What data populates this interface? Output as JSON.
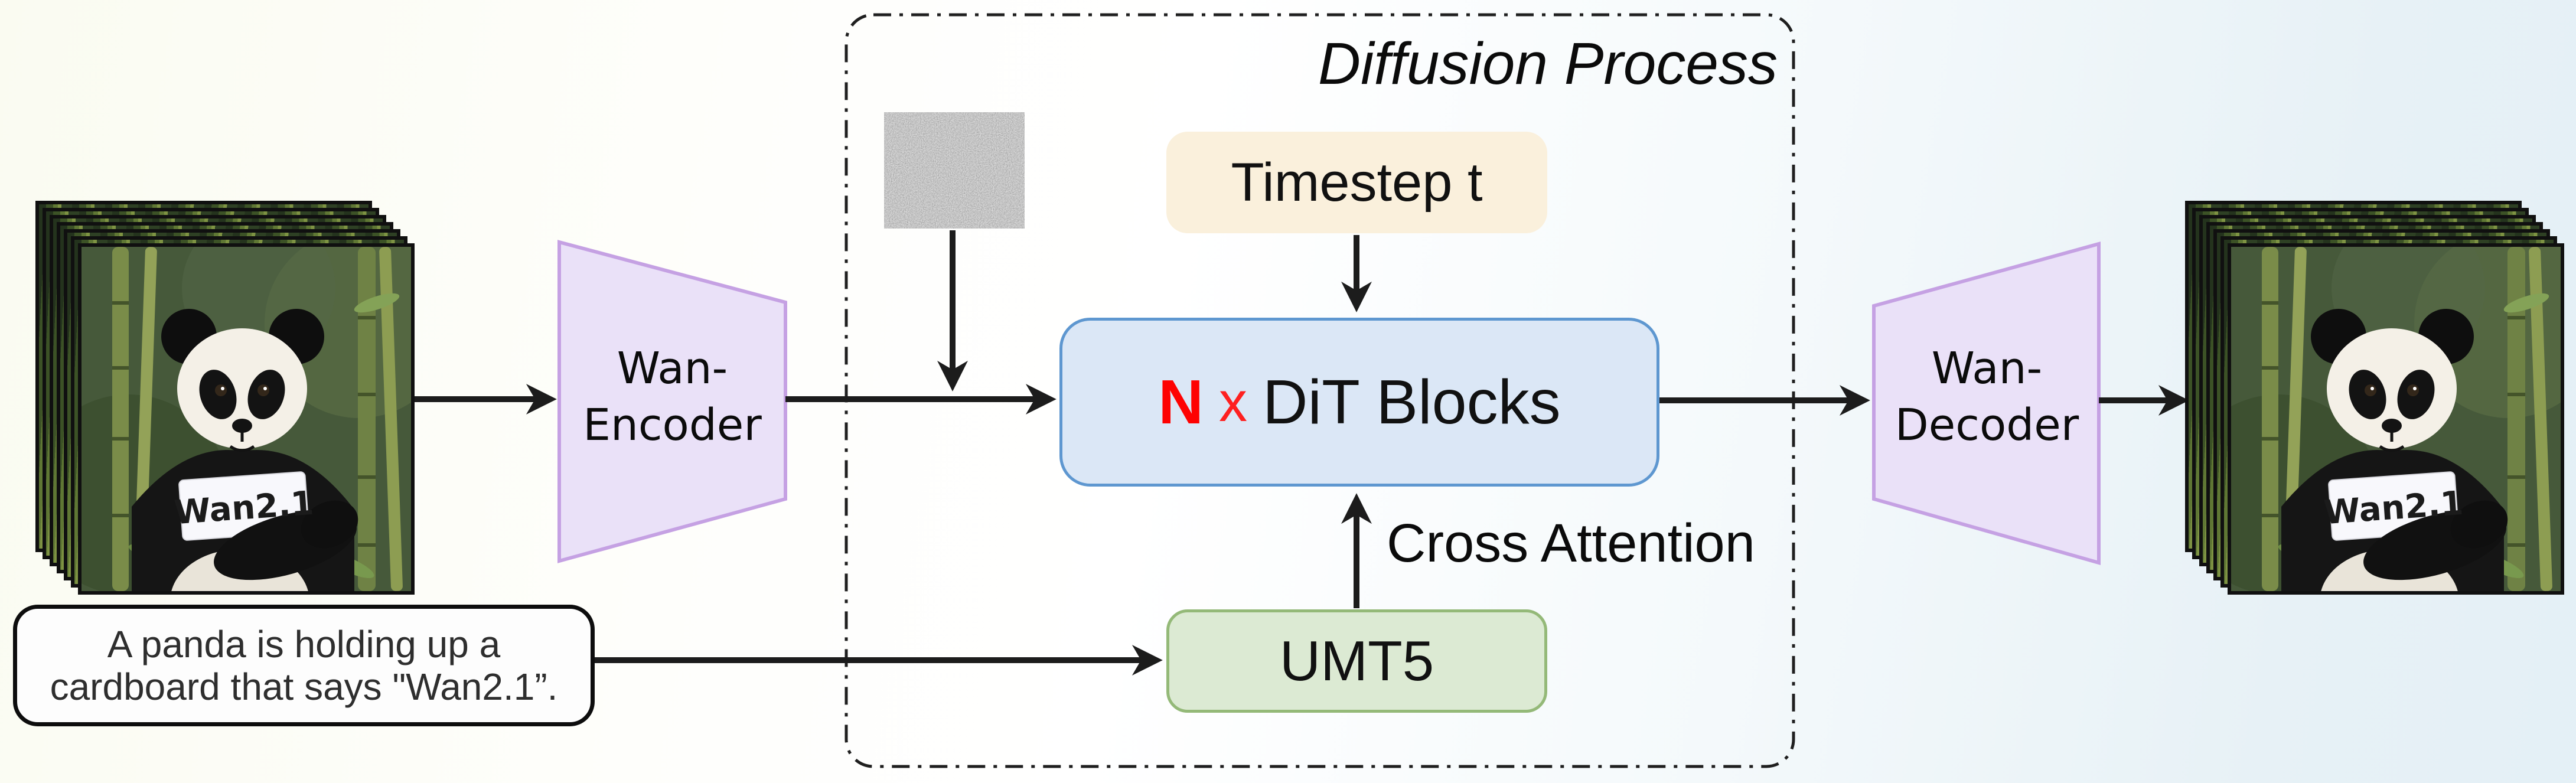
{
  "title": {
    "diffusion_process": "Diffusion Process"
  },
  "boxes": {
    "timestep": {
      "label": "Timestep t",
      "fill": "#faf0dc"
    },
    "dit": {
      "n": "N",
      "times": "x",
      "label": "DiT Blocks",
      "fill": "#dbe7f6",
      "border": "#5e97d0",
      "n_color": "#fe0202"
    },
    "umt5": {
      "label": "UMT5",
      "fill": "#dcead3",
      "border": "#94b978"
    },
    "prompt": {
      "line1": "A panda is holding up a",
      "line2": "cardboard that says \"Wan2.1”."
    }
  },
  "encoder": {
    "line1": "Wan-",
    "line2": "Encoder",
    "fill": "#eae1f8",
    "border": "#c5a1e3"
  },
  "decoder": {
    "line1": "Wan-",
    "line2": "Decoder",
    "fill": "#eae1f8",
    "border": "#c5a1e3"
  },
  "labels": {
    "cross_attention": "Cross Attention"
  },
  "stacks": {
    "sign_label": "Wan2.1",
    "frame_count": 7
  },
  "colors": {
    "arrow": "#1c1c1c",
    "dashed_border": "#1f1f1f",
    "background_right_tint": "#e4f0f6",
    "background_left_tint": "#fafbf1"
  }
}
